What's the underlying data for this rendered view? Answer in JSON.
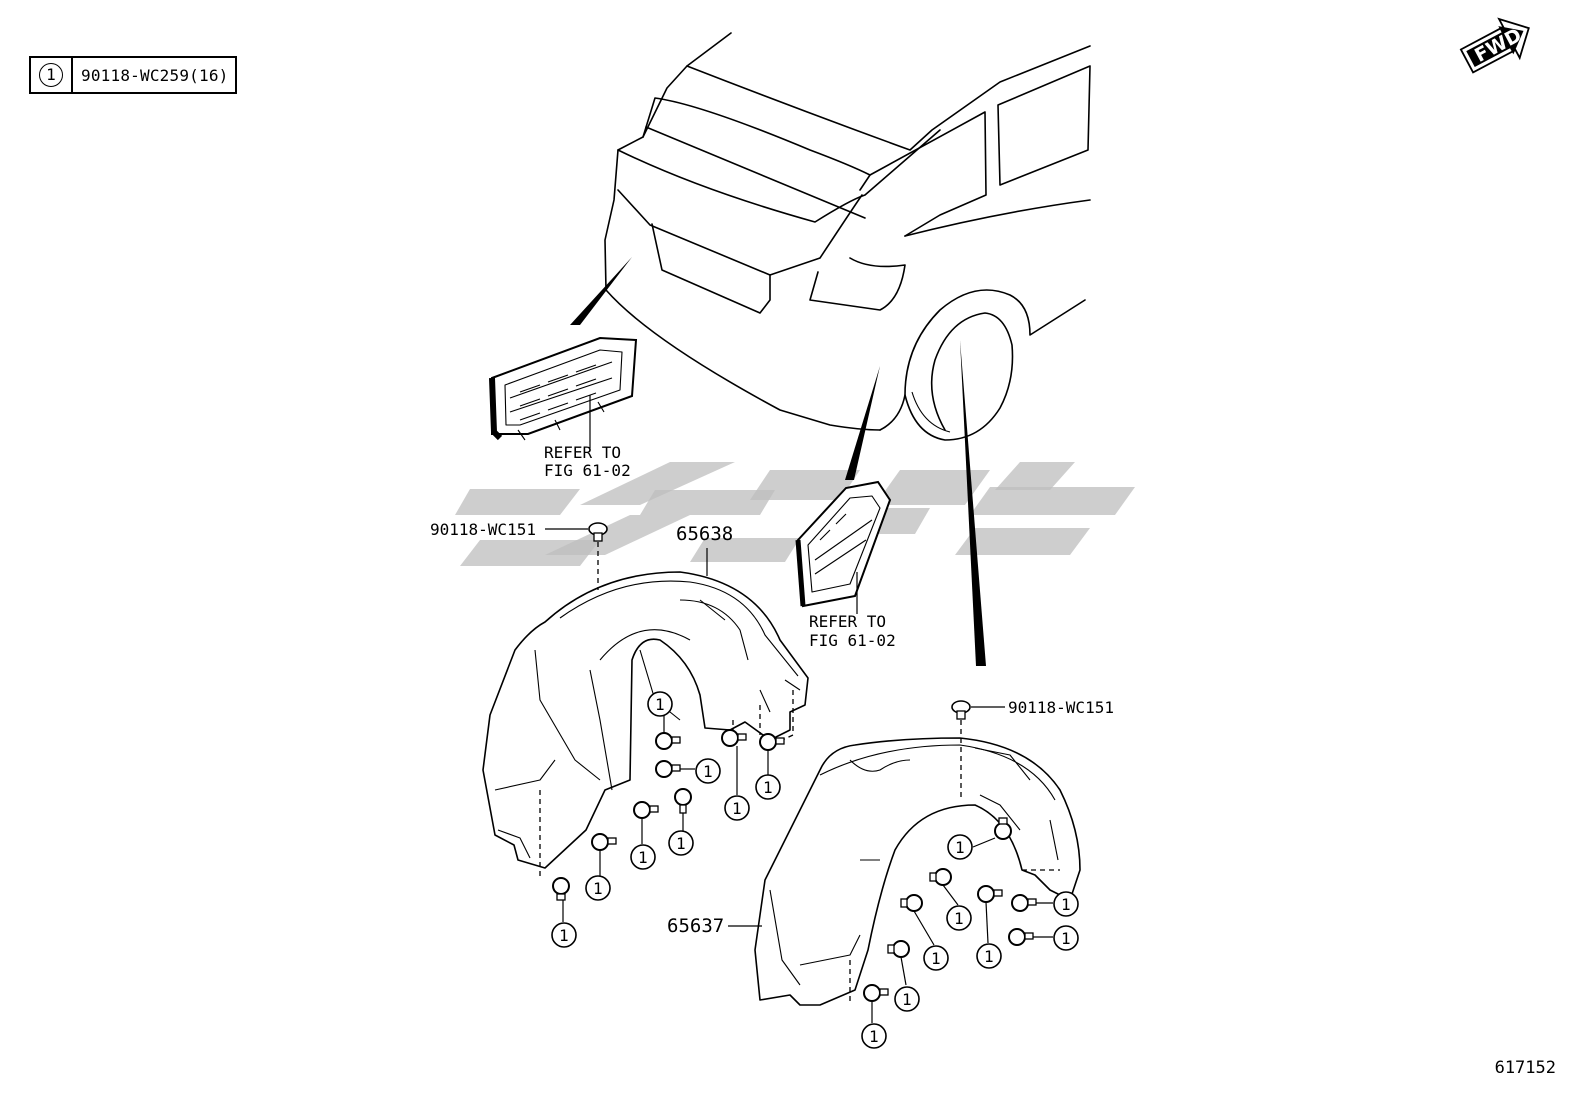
{
  "legend": {
    "symbol": "1",
    "part_text": "90118-WC259(16)"
  },
  "direction_label": "FWD",
  "figure_number": "617152",
  "callouts": {
    "clip_left": "90118-WC151",
    "clip_right": "90118-WC151",
    "part_upper": "65638",
    "part_lower": "65637",
    "refer_left_line1": "REFER TO",
    "refer_left_line2": "FIG 61-02",
    "refer_right_line1": "REFER TO",
    "refer_right_line2": "FIG 61-02"
  },
  "fastener_symbol": "1"
}
